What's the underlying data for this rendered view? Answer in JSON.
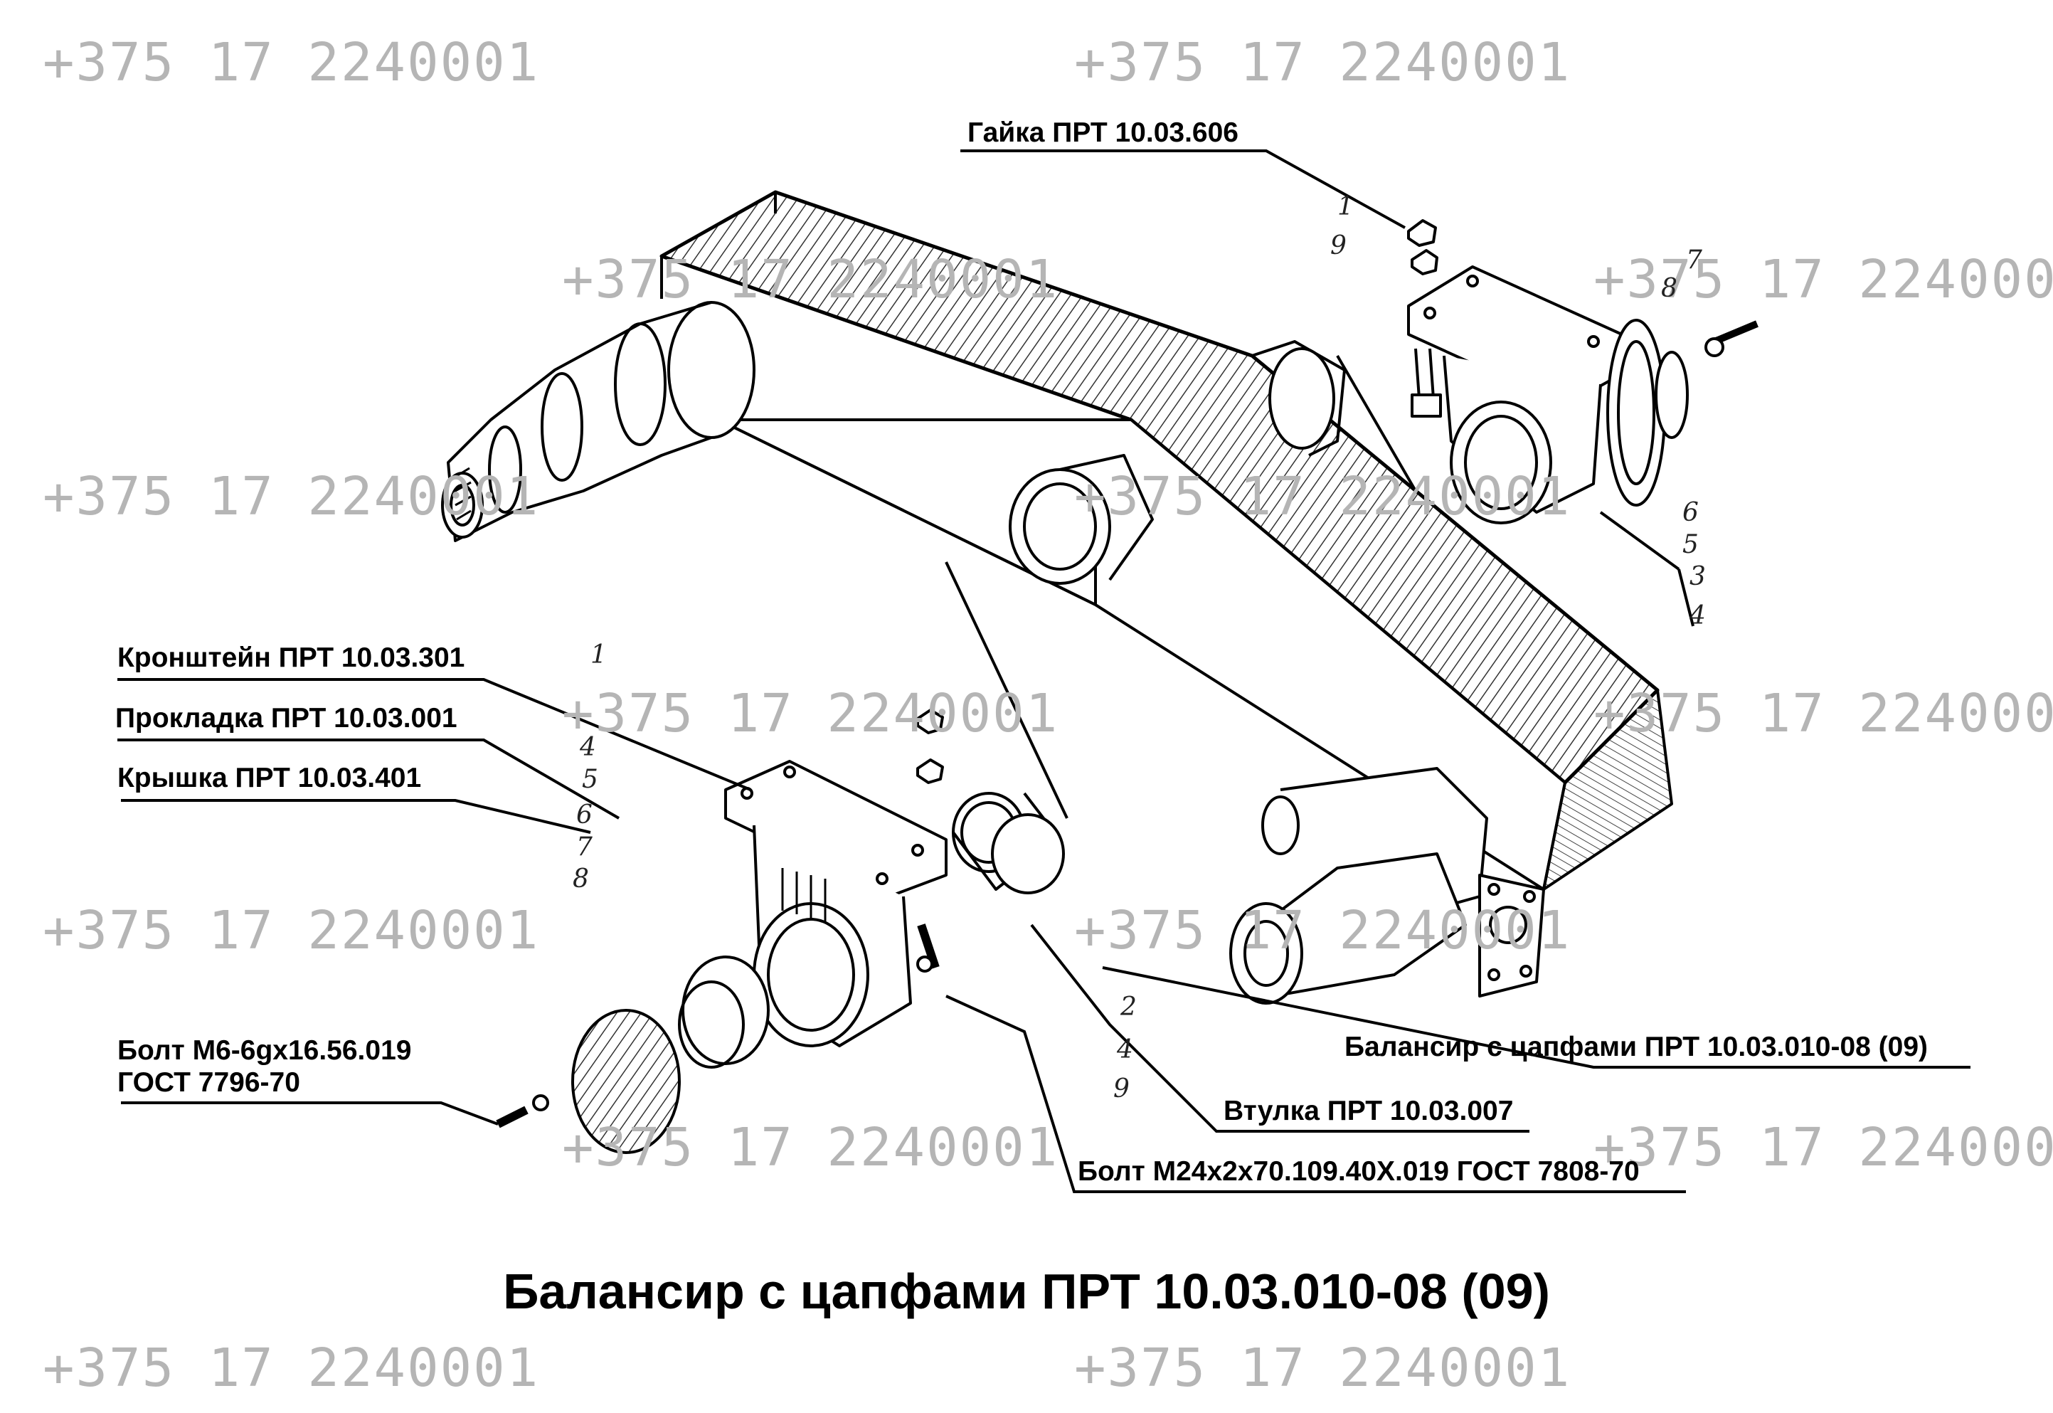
{
  "watermark": "+375 17 2240001",
  "title": "Балансир с цапфами ПРТ 10.03.010-08 (09)",
  "labels": {
    "nut": "Гайка ПРТ 10.03.606",
    "bracket": "Кронштейн ПРТ 10.03.301",
    "gasket": "Прокладка ПРТ 10.03.001",
    "cover": "Крышка ПРТ 10.03.401",
    "bolt_m6_line1": "Болт М6-6gx16.56.019",
    "bolt_m6_line2": "ГОСТ 7796-70",
    "balancer": "Балансир с цапфами ПРТ 10.03.010-08 (09)",
    "bushing": "Втулка ПРТ 10.03.007",
    "bolt_m24": "Болт М24х2х70.109.40Х.019 ГОСТ 7808-70"
  },
  "callouts": {
    "n1": "1",
    "n1b": "1",
    "n2": "2",
    "n3": "3",
    "n4": "4",
    "n4b": "4",
    "n4c": "4",
    "n5": "5",
    "n5b": "5",
    "n6": "6",
    "n6b": "6",
    "n7": "7",
    "n7b": "7",
    "n8": "8",
    "n8b": "8",
    "n9": "9",
    "n9b": "9"
  },
  "colors": {
    "line": "#000000",
    "watermark": "#b5b5b5",
    "hatch": "#333333"
  }
}
